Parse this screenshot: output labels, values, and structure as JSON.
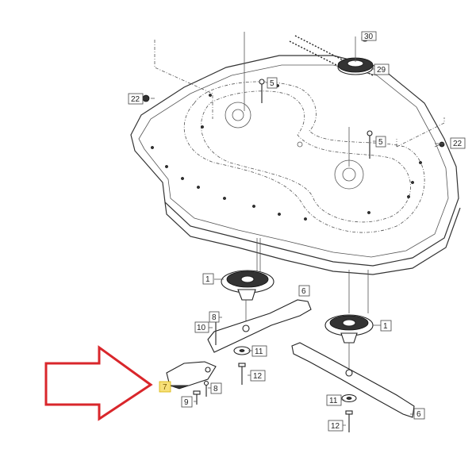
{
  "callouts": {
    "c29": "29",
    "c30": "30",
    "c22_left": "22",
    "c22_right": "22",
    "c5_left": "5",
    "c5_right": "5",
    "c1_left": "1",
    "c1_right": "1",
    "c6_left": "6",
    "c6_right": "6",
    "c8_top": "8",
    "c8_bottom": "8",
    "c10": "10",
    "c11_left": "11",
    "c11_right": "11",
    "c12_left": "12",
    "c12_right": "12",
    "c7": "7",
    "c9": "9"
  },
  "colors": {
    "arrow": "#d9262b",
    "highlight": "#f7e07a"
  }
}
